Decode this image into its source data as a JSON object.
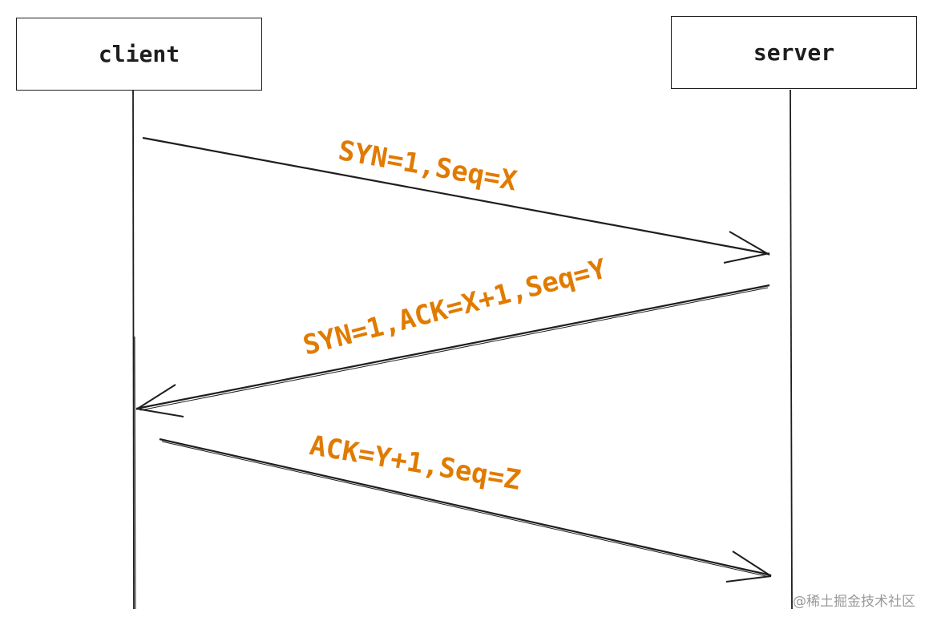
{
  "participants": {
    "client": "client",
    "server": "server"
  },
  "messages": [
    {
      "label": "SYN=1,Seq=X",
      "direction": "client-to-server"
    },
    {
      "label": "SYN=1,ACK=X+1,Seq=Y",
      "direction": "server-to-client"
    },
    {
      "label": "ACK=Y+1,Seq=Z",
      "direction": "client-to-server"
    }
  ],
  "watermark": "@稀土掘金技术社区",
  "colors": {
    "stroke": "#1e1e1e",
    "label": "#e07b00",
    "watermark": "#9a9a9a"
  }
}
